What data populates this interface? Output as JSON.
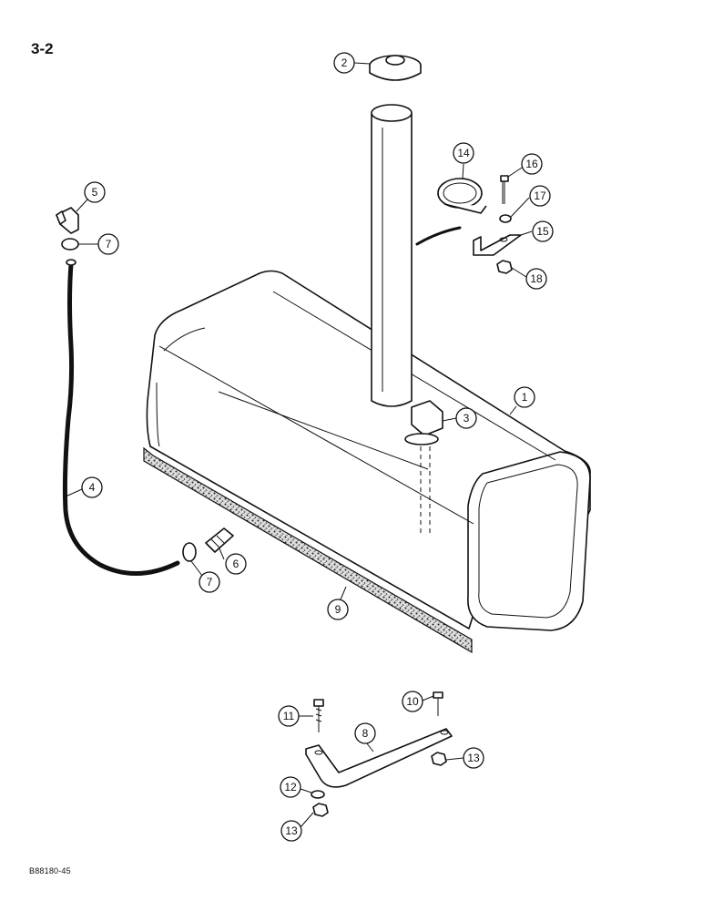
{
  "page_number": "3-2",
  "figure_code": "B88180-45",
  "callouts": [
    {
      "id": "c1",
      "label": "1"
    },
    {
      "id": "c2",
      "label": "2"
    },
    {
      "id": "c3",
      "label": "3"
    },
    {
      "id": "c4",
      "label": "4"
    },
    {
      "id": "c5",
      "label": "5"
    },
    {
      "id": "c6",
      "label": "6"
    },
    {
      "id": "c7a",
      "label": "7"
    },
    {
      "id": "c7b",
      "label": "7"
    },
    {
      "id": "c8",
      "label": "8"
    },
    {
      "id": "c9",
      "label": "9"
    },
    {
      "id": "c10",
      "label": "10"
    },
    {
      "id": "c11",
      "label": "11"
    },
    {
      "id": "c12",
      "label": "12"
    },
    {
      "id": "c13a",
      "label": "13"
    },
    {
      "id": "c13b",
      "label": "13"
    },
    {
      "id": "c14",
      "label": "14"
    },
    {
      "id": "c15",
      "label": "15"
    },
    {
      "id": "c16",
      "label": "16"
    },
    {
      "id": "c17",
      "label": "17"
    },
    {
      "id": "c18",
      "label": "18"
    }
  ]
}
